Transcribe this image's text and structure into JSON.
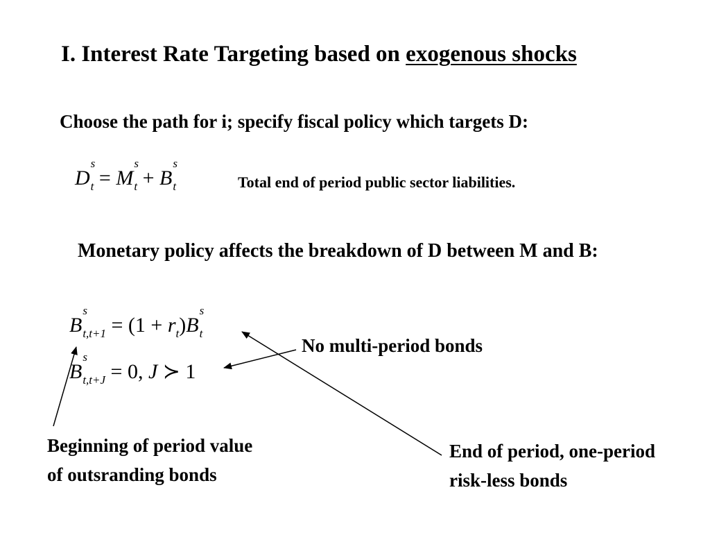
{
  "title": {
    "prefix": "I. Interest Rate Targeting based on ",
    "underlined": "exogenous shocks"
  },
  "subtitle": "Choose the path for i; specify fiscal policy which targets  D:",
  "eq1": {
    "D": "D",
    "M": "M",
    "B": "B",
    "sup": "s",
    "sub": "t",
    "eq": " = ",
    "plus": " + "
  },
  "eq1_note": "Total end of period public sector liabilities.",
  "monetary_text": "Monetary policy affects the breakdown of D between M and B:",
  "eq2": {
    "B": "B",
    "sup": "s",
    "sub_left": "t,t+1",
    "rhs_a": " = (1 + ",
    "r": "r",
    "r_sub": "t",
    "rhs_b": ")",
    "B2": "B",
    "B2_sub": "t"
  },
  "eq3": {
    "B": "B",
    "sup": "s",
    "sub_left": "t,t+J",
    "rhs_a": " = 0, ",
    "J": "J",
    "succ": " ≻ 1"
  },
  "labels": {
    "no_multi": "No multi-period  bonds",
    "beginning_line1": "Beginning of period value",
    "beginning_line2": "of outsranding bonds",
    "end_line1": "End of period, one-period",
    "end_line2": "risk-less  bonds"
  }
}
